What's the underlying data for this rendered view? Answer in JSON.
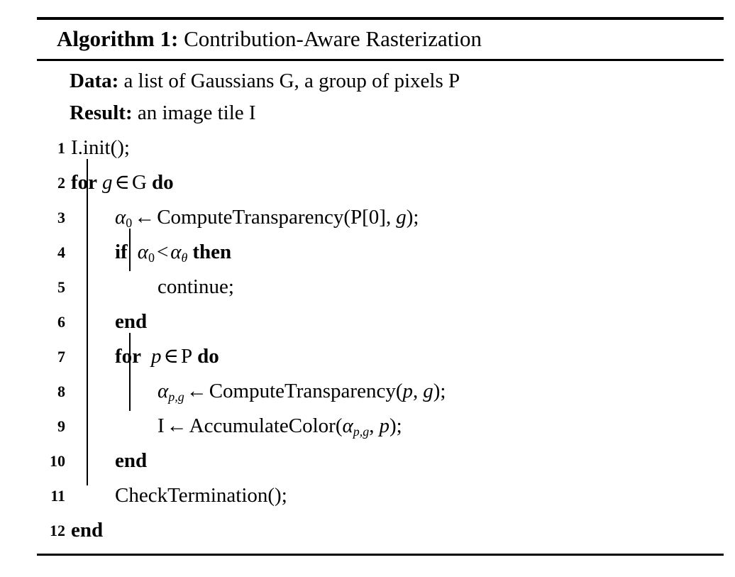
{
  "algorithm": {
    "caption_label": "Algorithm 1:",
    "caption_title": "Contribution-Aware Rasterization",
    "io": [
      {
        "key": "Data:",
        "value": "a list of Gaussians G, a group of pixels P"
      },
      {
        "key": "Result:",
        "value": "an image tile I"
      }
    ],
    "lines": [
      {
        "number": "1",
        "indent": 0,
        "text": "I.init();"
      },
      {
        "number": "2",
        "indent": 0,
        "text": "for g ∈ G do"
      },
      {
        "number": "3",
        "indent": 1,
        "text": "α₀ ← ComputeTransparency(P[0], g);"
      },
      {
        "number": "4",
        "indent": 1,
        "text": "if α₀ < αθ then"
      },
      {
        "number": "5",
        "indent": 2,
        "text": "continue;"
      },
      {
        "number": "6",
        "indent": 1,
        "text": "end"
      },
      {
        "number": "7",
        "indent": 1,
        "text": "for p ∈ P do"
      },
      {
        "number": "8",
        "indent": 2,
        "text": "αp,g ← ComputeTransparency(p, g);"
      },
      {
        "number": "9",
        "indent": 2,
        "text": "I ← AccumulateColor(αp,g, p);"
      },
      {
        "number": "10",
        "indent": 1,
        "text": "end"
      },
      {
        "number": "11",
        "indent": 1,
        "text": "CheckTermination();"
      },
      {
        "number": "12",
        "indent": 0,
        "text": "end"
      }
    ],
    "tokens": {
      "kw_for": "for",
      "kw_do": "do",
      "kw_if": "if",
      "kw_then": "then",
      "kw_end": "end",
      "elem_of": "∈",
      "assign": "←",
      "less_than": "<",
      "var_g": "g",
      "var_p": "p",
      "set_G": "G",
      "set_P": "P",
      "alpha": "α",
      "theta": "θ",
      "zero": "0",
      "sub_pg": "p,g",
      "init_call": "I.init();",
      "fn_compute_transparency": "ComputeTransparency",
      "fn_accumulate_color": "AccumulateColor",
      "fn_check_termination": "CheckTermination();",
      "continue_stmt": "continue;",
      "arg_p0": "(P[0],",
      "paren_open": "(",
      "paren_close": ")",
      "semicolon": ";",
      "comma": ",",
      "tile_I": "I",
      "p0_index": "P[0]"
    },
    "colors": {
      "text": "#000000",
      "background": "#ffffff",
      "rule": "#000000"
    }
  }
}
